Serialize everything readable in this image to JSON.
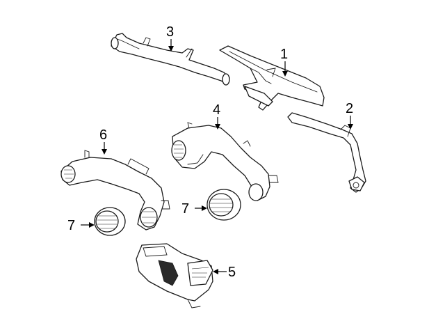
{
  "callouts": [
    {
      "id": "c1",
      "label": "1"
    },
    {
      "id": "c2",
      "label": "2"
    },
    {
      "id": "c3",
      "label": "3"
    },
    {
      "id": "c4",
      "label": "4"
    },
    {
      "id": "c5",
      "label": "5"
    },
    {
      "id": "c6",
      "label": "6"
    },
    {
      "id": "c7a",
      "label": "7"
    },
    {
      "id": "c7b",
      "label": "7"
    }
  ],
  "colors": {
    "line": "#1a1a1a",
    "background": "#ffffff"
  }
}
